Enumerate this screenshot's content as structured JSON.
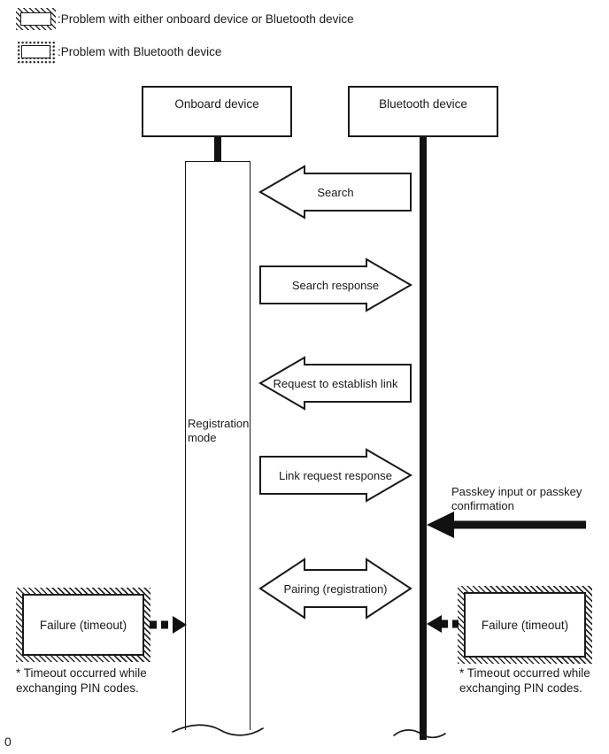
{
  "legend": {
    "items": [
      {
        "pattern": "hatched",
        "label": ":Problem with either onboard device or Bluetooth device"
      },
      {
        "pattern": "dotted",
        "label": ":Problem with Bluetooth device"
      }
    ]
  },
  "devices": {
    "onboard_label": "Onboard device",
    "bluetooth_label": "Bluetooth device"
  },
  "lifelines": {
    "registration_mode_label": "Registration mode"
  },
  "messages": [
    {
      "label": "Search",
      "direction": "left"
    },
    {
      "label": "Search response",
      "direction": "right"
    },
    {
      "label": "Request to establish link",
      "direction": "left"
    },
    {
      "label": "Link request response",
      "direction": "right"
    },
    {
      "label": "Pairing (registration)",
      "direction": "both"
    }
  ],
  "passkey": {
    "label": "Passkey input or passkey confirmation",
    "direction": "left"
  },
  "failures": {
    "left": {
      "box_label": "Failure (timeout)",
      "note": "* Timeout occurred while exchanging PIN codes."
    },
    "right": {
      "box_label": "Failure (timeout)",
      "note": "* Timeout occurred while exchanging PIN codes."
    }
  },
  "footer": {
    "marker": "0"
  },
  "colors": {
    "line": "#1a1a1a",
    "fill": "#ffffff",
    "solid_arrow": "#111111"
  }
}
